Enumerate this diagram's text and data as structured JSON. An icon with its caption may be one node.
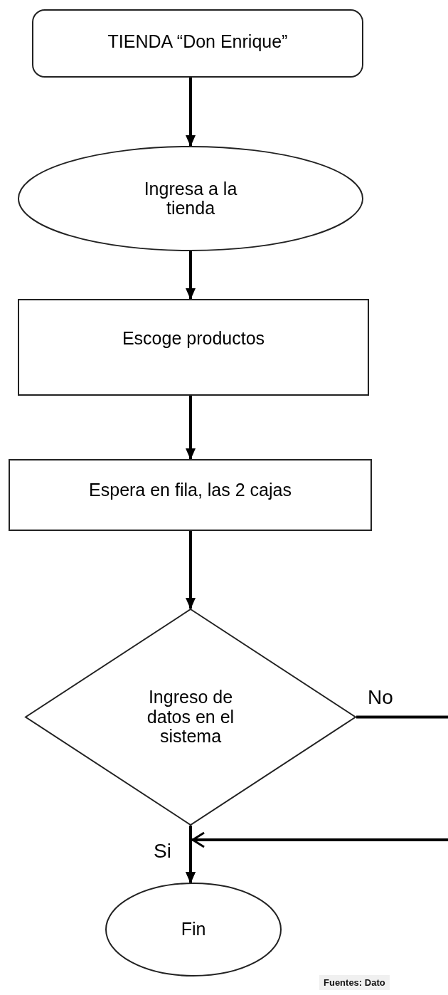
{
  "diagram": {
    "nodes": [
      {
        "text": [
          "TIENDA “Don Enrique”"
        ]
      },
      {
        "text": [
          "Ingresa a la tienda"
        ]
      },
      {
        "text": [
          "Escoge productos"
        ]
      },
      {
        "text": [
          "Espera en fila, las 2 cajas"
        ]
      },
      {
        "text": [
          "Ingreso de datos en el sistema"
        ]
      },
      {
        "text": [
          "Fin"
        ]
      }
    ],
    "edges": [
      {
        "from": 0,
        "to": 1,
        "arrow": "to"
      },
      {
        "from": 1,
        "to": 2,
        "arrow": "to"
      },
      {
        "from": 2,
        "to": 3,
        "arrow": "to"
      },
      {
        "from": 3,
        "to": 4,
        "arrow": "to"
      },
      {
        "from": 4,
        "to": 5,
        "arrow": "to",
        "label": "Si"
      },
      {
        "from": 4,
        "to": 5,
        "arrow": "to",
        "label": "No"
      }
    ],
    "labels": [
      "Fuentes: Dato"
    ]
  }
}
